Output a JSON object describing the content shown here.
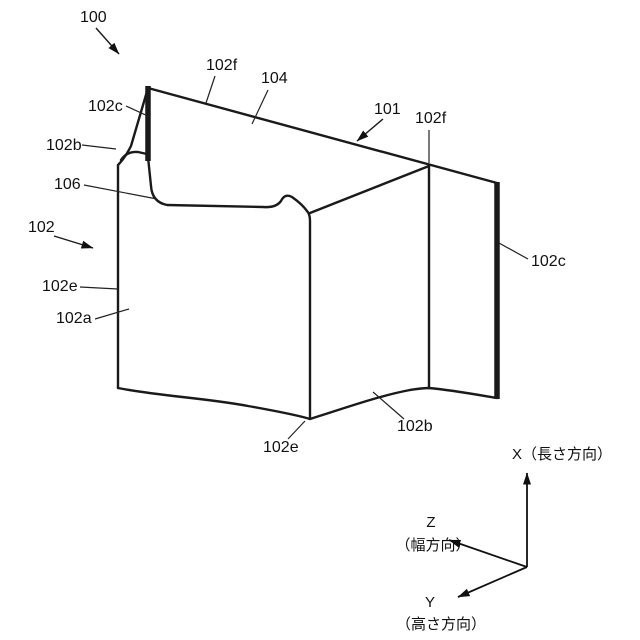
{
  "figure": {
    "kind": "patent-perspective-line-drawing",
    "labels": {
      "n100": "100",
      "n101": "101",
      "n102": "102",
      "n102a": "102a",
      "n102b_left": "102b",
      "n102b_bottom": "102b",
      "n102c_left": "102c",
      "n102c_right": "102c",
      "n102e_left": "102e",
      "n102e_bottom": "102e",
      "n102f_left": "102f",
      "n102f_right": "102f",
      "n104": "104",
      "n106": "106"
    },
    "axes": {
      "x": "X（長さ方向）",
      "z": "Z",
      "z_dir": "（幅方向）",
      "y": "Y",
      "y_dir": "（高さ方向）"
    },
    "colors": {
      "line": "#1a1a1a",
      "leader": "#222222",
      "background": "#ffffff"
    }
  }
}
